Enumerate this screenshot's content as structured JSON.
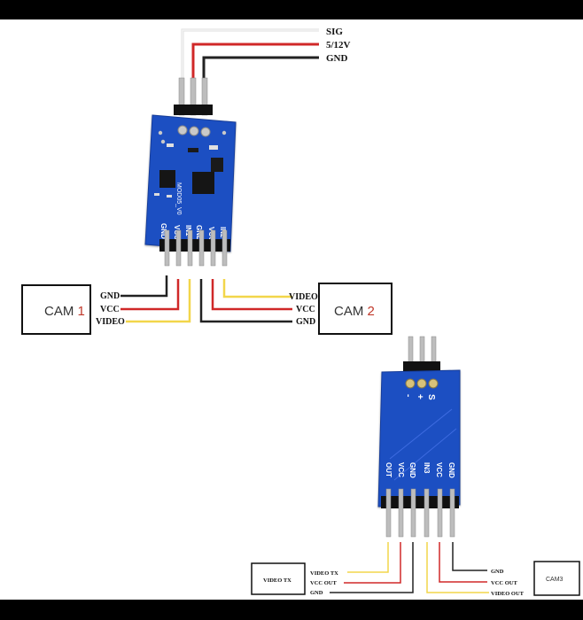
{
  "top_wires": {
    "sig": "SIG",
    "power": "5/12V",
    "gnd": "GND"
  },
  "board1": {
    "silk": "MOD05_V0",
    "pins": [
      "GND",
      "VCC",
      "IN1",
      "GND",
      "VCC",
      "IN2"
    ]
  },
  "cam1": {
    "prefix": "CAM ",
    "num": "1",
    "labels": {
      "gnd": "GND",
      "vcc": "VCC",
      "video": "VIDEO"
    }
  },
  "cam2": {
    "prefix": "CAM ",
    "num": "2",
    "labels": {
      "video": "VIDEO",
      "vcc": "VCC",
      "gnd": "GND"
    }
  },
  "board2": {
    "header": [
      "S",
      "+",
      "-"
    ],
    "pins": [
      "OUT",
      "VCC",
      "GND",
      "IN3",
      "VCC",
      "GND"
    ]
  },
  "video_tx": {
    "name": "VIDEO TX",
    "labels": {
      "video": "VIDEO TX",
      "vcc": "VCC OUT",
      "gnd": "GND"
    }
  },
  "cam3": {
    "name": "CAM3",
    "labels": {
      "gnd": "GND",
      "vcc": "VCC OUT",
      "video": "VIDEO OUT"
    }
  },
  "colors": {
    "board": "#1f4fc2",
    "board_dark": "#183d9a",
    "black_wire": "#222222",
    "red_wire": "#d02828",
    "yellow_wire": "#f2d64a",
    "white_wire": "#eeeeee",
    "cam2_num": "#c0392b"
  }
}
